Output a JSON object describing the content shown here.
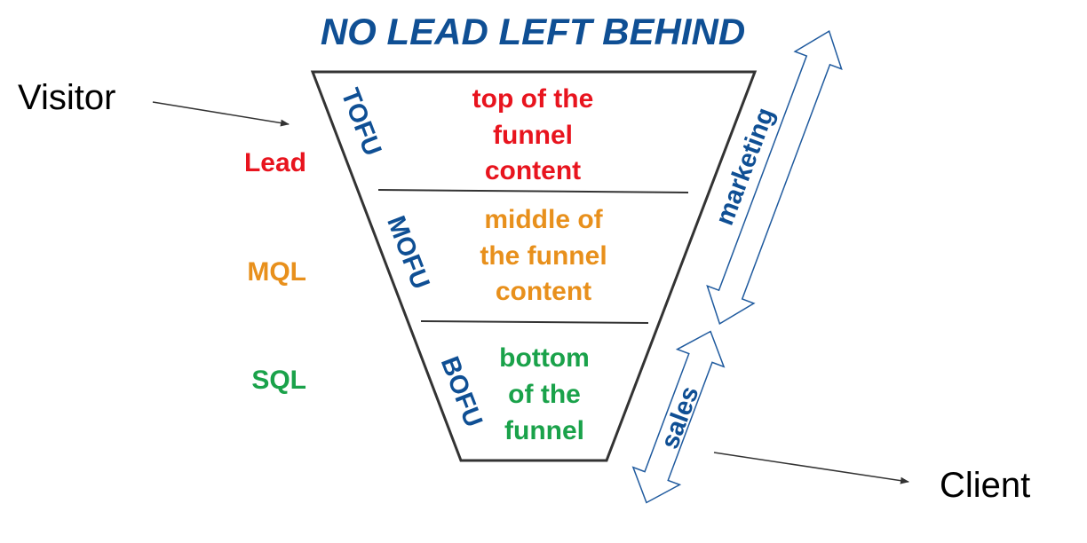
{
  "title": "NO LEAD LEFT BEHIND",
  "entry_label": "Visitor",
  "exit_label": "Client",
  "stages": [
    {
      "stage": "Lead",
      "acronym": "TOFU",
      "content_lines": [
        "top of the",
        "funnel",
        "content"
      ],
      "color": "#e8141e"
    },
    {
      "stage": "MQL",
      "acronym": "MOFU",
      "content_lines": [
        "middle of",
        "the funnel",
        "content"
      ],
      "color": "#e8901c"
    },
    {
      "stage": "SQL",
      "acronym": "BOFU",
      "content_lines": [
        "bottom",
        "of the",
        "funnel"
      ],
      "color": "#1aa24a"
    }
  ],
  "arrows": {
    "marketing_label": "marketing",
    "sales_label": "sales"
  },
  "colors": {
    "title": "#0f4f94",
    "acronym": "#0f4f94",
    "arrow_outline": "#1f5a9e",
    "funnel_outline": "#333333",
    "pointer": "#333333"
  }
}
